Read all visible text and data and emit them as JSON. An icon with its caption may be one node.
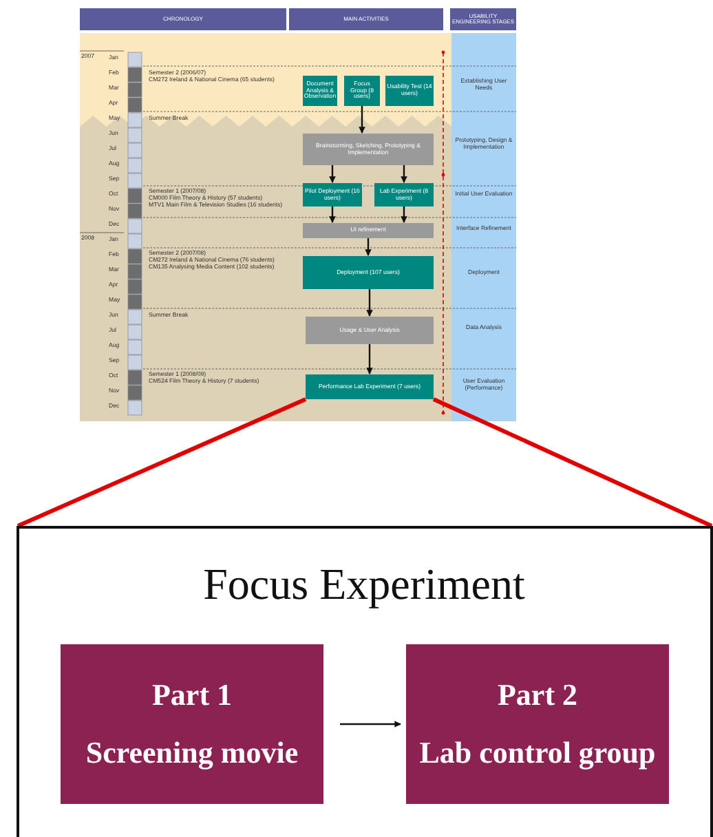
{
  "diagram": {
    "nodes": [
      {
        "text": [
          "CHRONOLOGY"
        ]
      },
      {
        "text": [
          "MAIN ACTIVITIES"
        ]
      },
      {
        "text": [
          "USABILITY ENGINEERING STAGES"
        ]
      },
      {
        "text": [
          "Document Analysis & Observation"
        ]
      },
      {
        "text": [
          "Focus Group (8 users)"
        ]
      },
      {
        "text": [
          "Usability Test (14 users)"
        ]
      },
      {
        "text": [
          "Brainstorming, Sketching, Prototyping & Implementation"
        ]
      },
      {
        "text": [
          "Pilot Deployment (16 users)"
        ]
      },
      {
        "text": [
          "Lab Experiment (8 users)"
        ]
      },
      {
        "text": [
          "UI refinement"
        ]
      },
      {
        "text": [
          "Deployment (107 users)"
        ]
      },
      {
        "text": [
          "Usage & User Analysis"
        ]
      },
      {
        "text": [
          "Performance Lab Experiment (7 users)"
        ]
      },
      {
        "text": [
          "Focus Experiment"
        ]
      },
      {
        "text": [
          "Part 1",
          "Screening movie"
        ],
        "in": 13
      },
      {
        "text": [
          "Part 2",
          "Lab control group"
        ],
        "in": 13
      }
    ],
    "edges": [
      {
        "from": 4,
        "to": 6,
        "arrow": "to"
      },
      {
        "from": 6,
        "to": 7,
        "arrow": "to"
      },
      {
        "from": 6,
        "to": 8,
        "arrow": "to"
      },
      {
        "from": 7,
        "to": 9,
        "arrow": "to"
      },
      {
        "from": 8,
        "to": 9,
        "arrow": "to"
      },
      {
        "from": 9,
        "to": 10,
        "arrow": "to"
      },
      {
        "from": 10,
        "to": 11,
        "arrow": "to"
      },
      {
        "from": 11,
        "to": 12,
        "arrow": "to"
      },
      {
        "from": 12,
        "to": 13,
        "arrow": "none",
        "style": "thick",
        "color": "#e00000"
      },
      {
        "from": 14,
        "to": 15,
        "arrow": "to"
      }
    ],
    "labels": [
      "2007",
      "Jan",
      "Feb",
      "Mar",
      "Apr",
      "May",
      "Jun",
      "Jul",
      "Aug",
      "Sep",
      "Oct",
      "Nov",
      "Dec",
      "2008",
      "Jan",
      "Feb",
      "Mar",
      "Apr",
      "May",
      "Jun",
      "Jul",
      "Aug",
      "Sep",
      "Oct",
      "Nov",
      "Dec",
      "Semester 2 (2006/07)",
      "CM272 Ireland & National Cinema (65 students)",
      "Summer Break",
      "Semester 1 (2007/08)",
      "CM000 Film Theory & History (57 students)",
      "MTV1 Main Film & Television Studies (16 students)",
      "Semester 2 (2007/08)",
      "CM272 Ireland & National Cinema (76 students)",
      "CM135 Analysing Media Content (102 students)",
      "Summer Break",
      "Semester 1 (2008/09)",
      "CM524 Film Theory & History (7 students)",
      "Establishing User Needs",
      "Prototyping, Design & Implementation",
      "Initial User Evaluation",
      "Interface Refinement",
      "Deployment",
      "Data Analysis",
      "User Evaluation (Performance)"
    ]
  }
}
